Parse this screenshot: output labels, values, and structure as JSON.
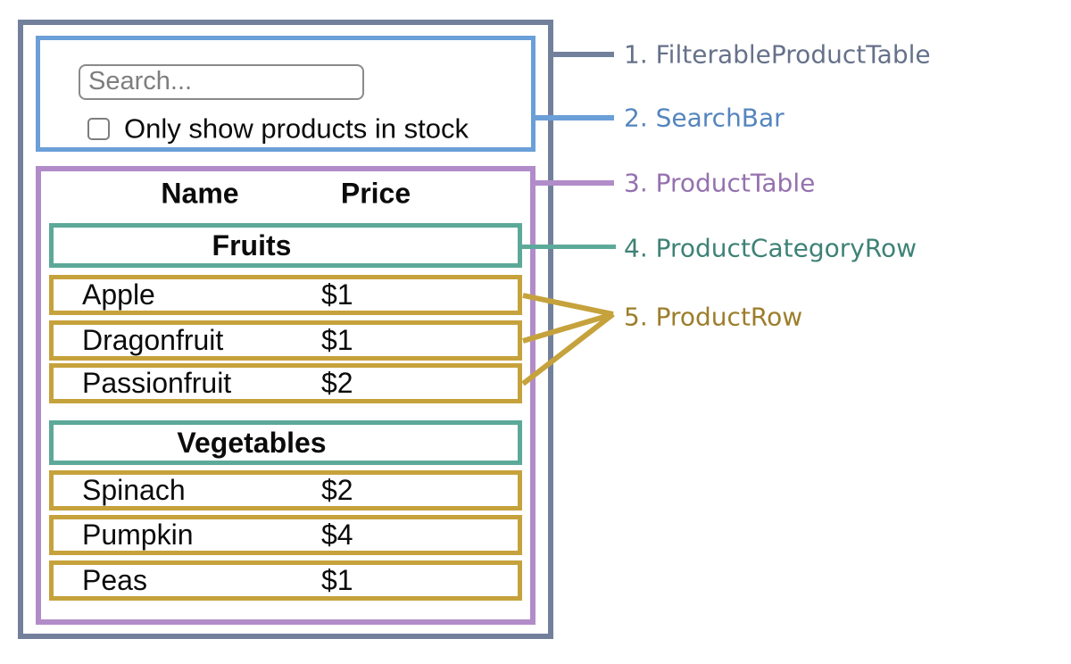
{
  "colors": {
    "filterable_product_table_border": "#72809C",
    "search_bar_border": "#6A9FD8",
    "product_table_border": "#B18CC9",
    "product_category_row_border": "#5CA99A",
    "product_row_border": "#C6A23C",
    "out_of_stock_text": "#EF2419",
    "label_1": "#66718A",
    "label_2": "#5585BE",
    "label_3": "#9571AF",
    "label_4": "#3E8276",
    "label_5": "#9D7D2B"
  },
  "annotations": {
    "labels": [
      {
        "text": "1. FilterableProductTable"
      },
      {
        "text": "2. SearchBar"
      },
      {
        "text": "3. ProductTable"
      },
      {
        "text": "4. ProductCategoryRow"
      },
      {
        "text": "5. ProductRow"
      }
    ]
  },
  "search_bar": {
    "placeholder": "Search...",
    "checkbox_label": "Only show products in stock",
    "checkbox_checked": false
  },
  "product_table": {
    "headers": {
      "name": "Name",
      "price": "Price"
    },
    "rows": [
      {
        "type": "category",
        "name": "Fruits"
      },
      {
        "type": "product",
        "name": "Apple",
        "price": "$1",
        "out_of_stock": false
      },
      {
        "type": "product",
        "name": "Dragonfruit",
        "price": "$1",
        "out_of_stock": false
      },
      {
        "type": "product",
        "name": "Passionfruit",
        "price": "$2",
        "out_of_stock": true
      },
      {
        "type": "category",
        "name": "Vegetables"
      },
      {
        "type": "product",
        "name": "Spinach",
        "price": "$2",
        "out_of_stock": false
      },
      {
        "type": "product",
        "name": "Pumpkin",
        "price": "$4",
        "out_of_stock": true
      },
      {
        "type": "product",
        "name": "Peas",
        "price": "$1",
        "out_of_stock": false
      }
    ]
  }
}
